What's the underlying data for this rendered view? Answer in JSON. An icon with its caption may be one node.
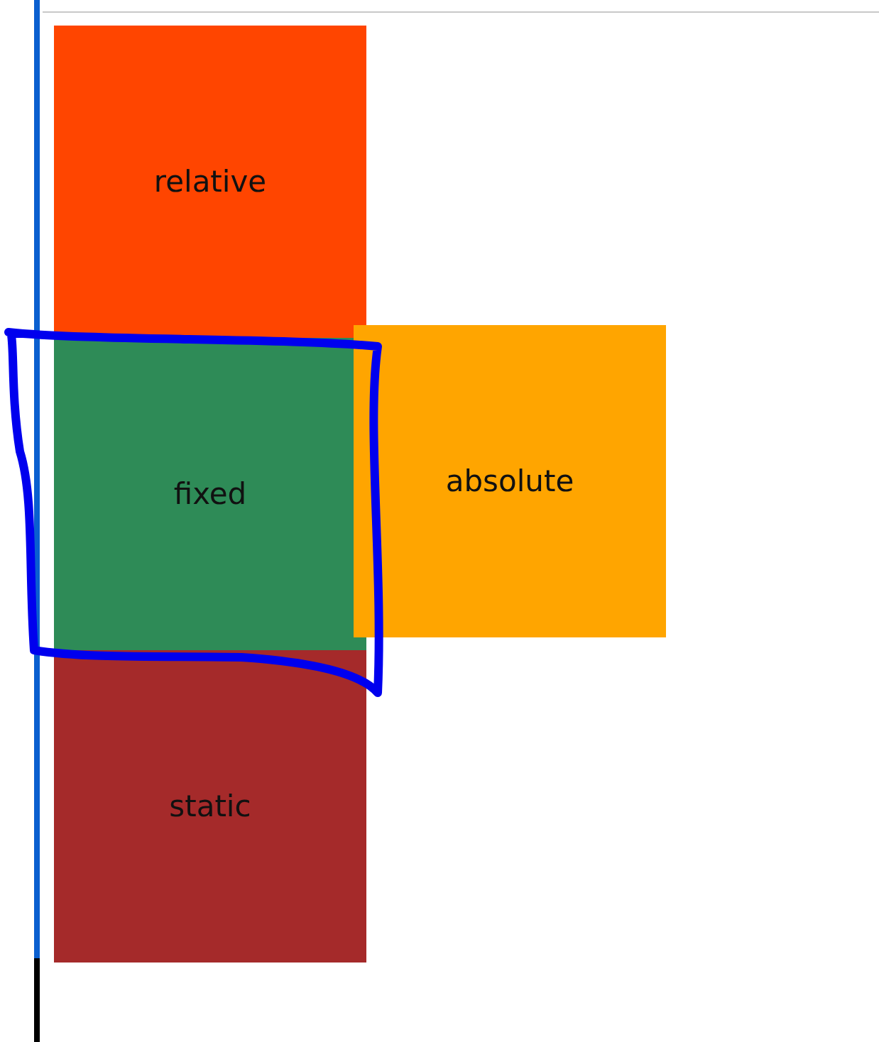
{
  "diagram": {
    "nodes": [
      {
        "text": [
          "relative"
        ]
      },
      {
        "text": [
          "fixed"
        ]
      },
      {
        "text": [
          "absolute"
        ]
      },
      {
        "text": [
          "static"
        ]
      }
    ]
  }
}
